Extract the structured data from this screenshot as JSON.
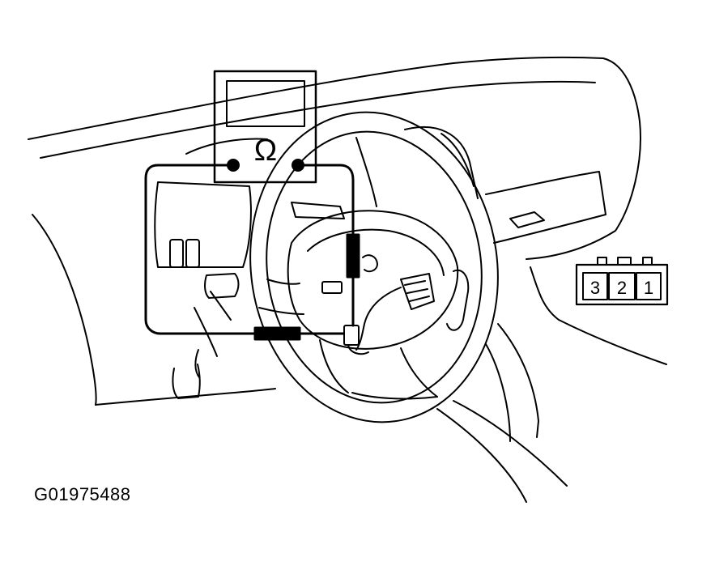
{
  "meter": {
    "symbol": "Ω"
  },
  "connector": {
    "pins": [
      "3",
      "2",
      "1"
    ]
  },
  "figure_code": "G01975488",
  "colors": {
    "line": "#000000",
    "background": "#ffffff"
  }
}
